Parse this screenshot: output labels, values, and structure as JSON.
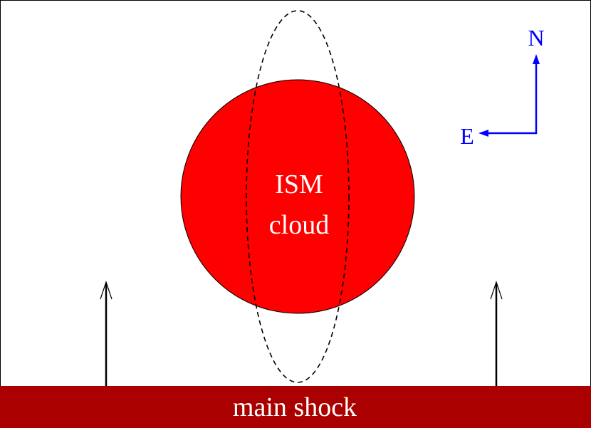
{
  "cloud": {
    "line1": "ISM",
    "line2": "cloud",
    "fill_color": "#ff0000",
    "text_color": "#ffffff"
  },
  "shock": {
    "label": "main shock",
    "fill_color": "#aa0000",
    "text_color": "#ffffff"
  },
  "compass": {
    "north": "N",
    "east": "E",
    "color": "#0000ff"
  }
}
